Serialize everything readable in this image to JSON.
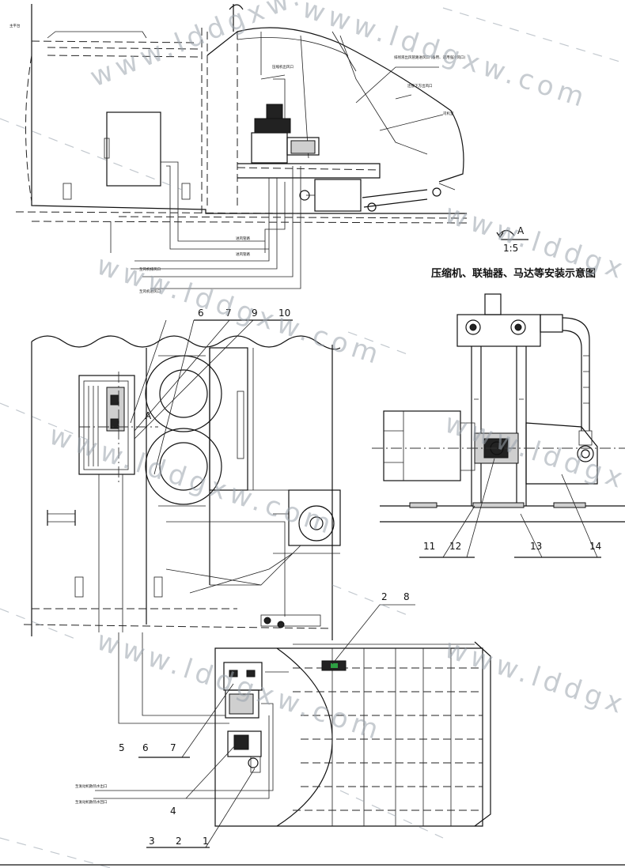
{
  "view": {
    "section_symbol": "A",
    "scale": "1:5",
    "caption": "压缩机、联轴器、马达等安装示意图"
  },
  "callouts": {
    "left_top": [
      "6",
      "7",
      "9",
      "10"
    ],
    "left_mid": [
      "2",
      "8"
    ],
    "left_bottom_a": [
      "5",
      "6",
      "7"
    ],
    "left_bottom_b": "4",
    "left_bottom_c": [
      "3",
      "2",
      "1"
    ],
    "section_view_a_letter": "A",
    "right": [
      "11",
      "12",
      "13",
      "14"
    ]
  },
  "top_notes": {
    "top_left_label": "主平台",
    "a": "压缩机出风口",
    "b": "排残液出风管路进风口 (备用、适用强冷风口)",
    "c": "连接下方出风口",
    "d": "司机室",
    "e": "进风管路",
    "f": "进风管路",
    "g": "至风机排风口",
    "h": "至风机进风口"
  },
  "bottom_notes": {
    "a": "至发动机散热水出口",
    "b": "至发动机散热水回口"
  },
  "watermark": {
    "text": "www.lddgxw.com"
  }
}
